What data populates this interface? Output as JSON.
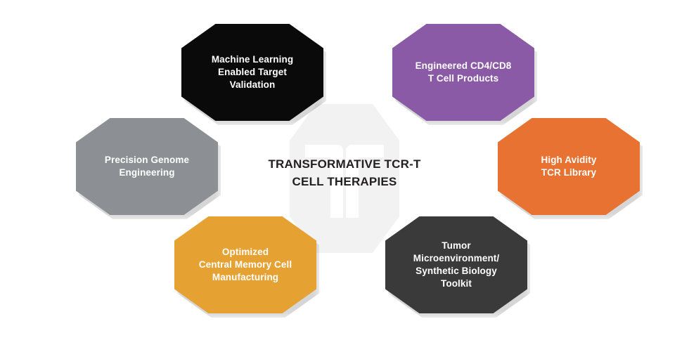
{
  "diagram": {
    "center_title": "TRANSFORMATIVE TCR-T\nCELL THERAPIES",
    "watermark_name": "tcr-logo-watermark",
    "background_color": "#ffffff",
    "title_color": "#231f20",
    "watermark_color": "#f2f2f2",
    "nodes": [
      {
        "id": "machine-learning-enabled-target-validation",
        "label": "Machine Learning\nEnabled Target\nValidation",
        "color": "#0a0a0a",
        "text_color": "#ffffff",
        "position": "top-left"
      },
      {
        "id": "engineered-cd4-cd8-t-cell-products",
        "label": "Engineered CD4/CD8\nT Cell Products",
        "color": "#8b5aa6",
        "text_color": "#ffffff",
        "position": "top-right"
      },
      {
        "id": "high-avidity-tcr-library",
        "label": "High Avidity\nTCR Library",
        "color": "#e87231",
        "text_color": "#ffffff",
        "position": "right"
      },
      {
        "id": "tumor-microenvironment-synthetic-biology-toolkit",
        "label": "Tumor\nMicroenvironment/\nSynthetic Biology\nToolkit",
        "color": "#3a3a3a",
        "text_color": "#ffffff",
        "position": "bottom-right"
      },
      {
        "id": "optimized-central-memory-cell-manufacturing",
        "label": "Optimized\nCentral Memory Cell\nManufacturing",
        "color": "#e5a233",
        "text_color": "#ffffff",
        "position": "bottom-left"
      },
      {
        "id": "precision-genome-engineering",
        "label": "Precision Genome\nEngineering",
        "color": "#8c9094",
        "text_color": "#ffffff",
        "position": "left"
      }
    ]
  }
}
